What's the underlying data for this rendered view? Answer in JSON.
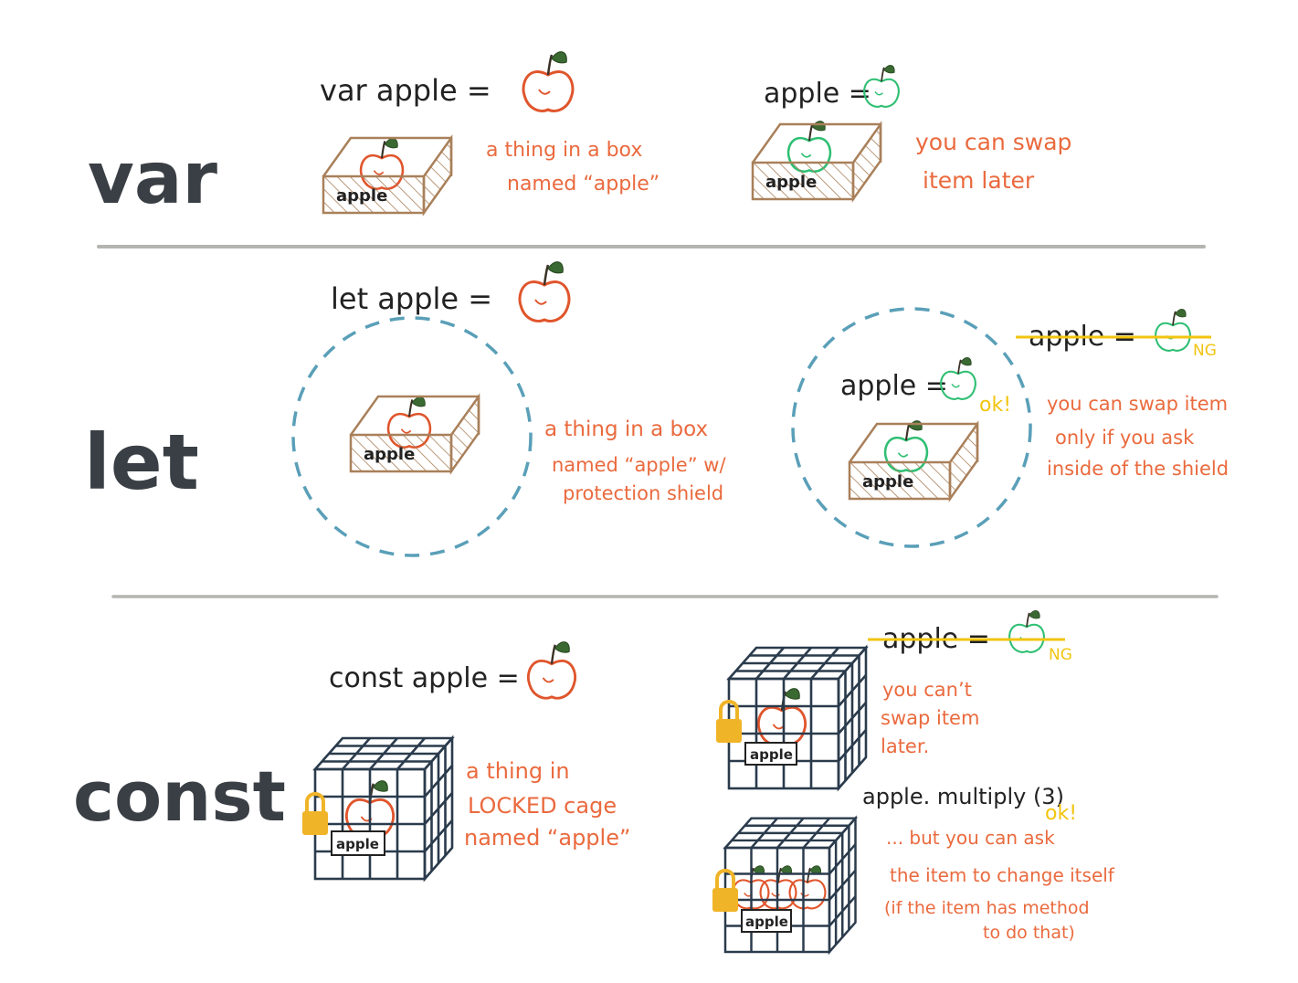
{
  "sections": {
    "var": {
      "label": "var",
      "code": "var apple =",
      "assign": "apple =",
      "box_label": "apple",
      "note_1": [
        "a thing in a box",
        "named “apple”"
      ],
      "note_2": [
        "you can swap",
        "item later"
      ]
    },
    "let": {
      "label": "let",
      "code": "let apple =",
      "box_label": "apple",
      "note_1": [
        "a thing in a box",
        "named “apple” w/",
        "protection shield"
      ],
      "inner_assign": "apple =",
      "ok": "ok!",
      "outer_assign": "apple =",
      "ng": "NG",
      "note_2": [
        "you can swap item",
        "only if you ask",
        "inside of the shield"
      ]
    },
    "const": {
      "label": "const",
      "code": "const apple =",
      "cage_label": "apple",
      "note_1": [
        "a thing in",
        "LOCKED cage",
        "named “apple”"
      ],
      "outer_assign": "apple =",
      "ng": "NG",
      "note_2": [
        "you can’t",
        "swap item",
        "later."
      ],
      "method_call": "apple. multiply (3)",
      "ok": "ok!",
      "note_3": [
        "... but you can ask",
        "the item to change itself",
        "(if the item has method",
        "to do that)"
      ]
    }
  },
  "colors": {
    "ink": "#222222",
    "label_gray": "#3a3f45",
    "red_apple": "#e0552c",
    "green_apple": "#2fbf73",
    "note_orange": "#ea6a3e",
    "box_brown": "#a9805a",
    "shield_blue": "#5a9fb8",
    "cage_navy": "#2a3b4c",
    "lock_yellow": "#f0b428",
    "ng_yellow": "#f2c40f",
    "divider": "#b4b4b0",
    "leaf": "#3a6a32"
  }
}
